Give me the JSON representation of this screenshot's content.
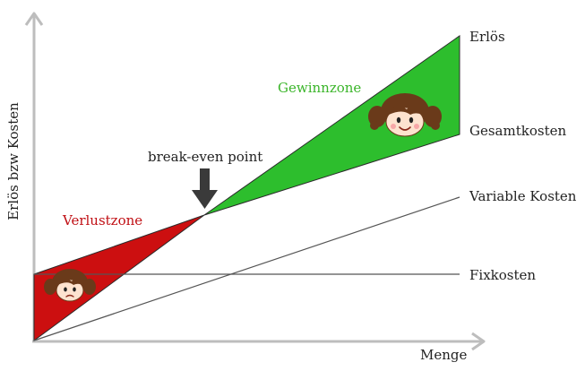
{
  "diagram": {
    "y_axis_label": "Erlös bzw Kosten",
    "x_axis_label": "Menge",
    "lines": {
      "revenue": "Erlös",
      "total_cost": "Gesamtkosten",
      "variable_cost": "Variable Kosten",
      "fixed_cost": "Fixkosten"
    },
    "zones": {
      "profit": "Gewinnzone",
      "loss": "Verlustzone"
    },
    "break_even": "break-even point",
    "colors": {
      "profit_fill": "#2dbe2d",
      "loss_fill": "#cc0f10",
      "profit_text": "#3bb52a",
      "loss_text": "#c00f14",
      "axis": "#bdbdbd",
      "arrow": "#3a3a3a",
      "hair": "#6a3a1a"
    },
    "icons": {
      "happy": "happy-face-icon",
      "sad": "sad-face-icon"
    }
  }
}
